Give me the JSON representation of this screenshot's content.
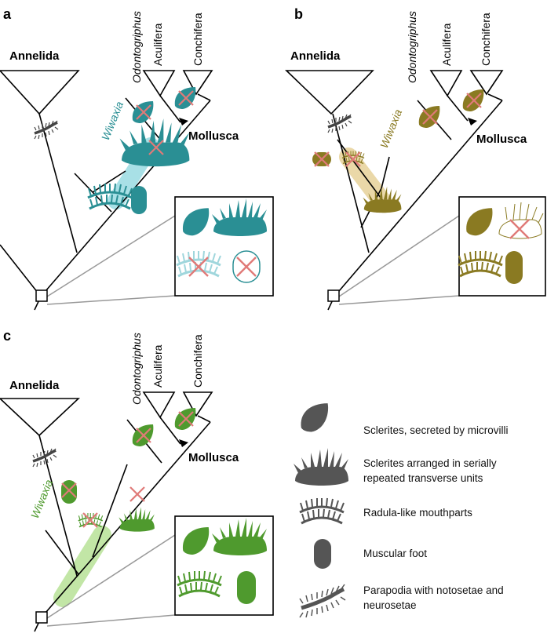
{
  "colors": {
    "panel_a": "#2a8f94",
    "panel_a_band": "#a8e0e6",
    "panel_b": "#8a7a22",
    "panel_b_band": "#ead8a8",
    "panel_c": "#4f9a2e",
    "panel_c_band": "#c2e6a6",
    "cross": "#e07a78",
    "legend_icon": "#555555"
  },
  "panels": [
    {
      "letter": "a",
      "annelida": "Annelida",
      "wiwaxia": "Wiwaxia",
      "odontogriphus": "Odontogriphus",
      "aculifera": "Aculifera",
      "conchifera": "Conchifera",
      "mollusca": "Mollusca"
    },
    {
      "letter": "b",
      "annelida": "Annelida",
      "wiwaxia": "Wiwaxia",
      "odontogriphus": "Odontogriphus",
      "aculifera": "Aculifera",
      "conchifera": "Conchifera",
      "mollusca": "Mollusca"
    },
    {
      "letter": "c",
      "annelida": "Annelida",
      "wiwaxia": "Wiwaxia",
      "odontogriphus": "Odontogriphus",
      "aculifera": "Aculifera",
      "conchifera": "Conchifera",
      "mollusca": "Mollusca"
    }
  ],
  "legend": [
    {
      "icon": "sclerite-icon",
      "label_lines": [
        "Sclerites, secreted by microvilli"
      ]
    },
    {
      "icon": "serial-sclerites-icon",
      "label_lines": [
        "Sclerites arranged in serially",
        "repeated transverse units"
      ]
    },
    {
      "icon": "radula-icon",
      "label_lines": [
        "Radula-like mouthparts"
      ]
    },
    {
      "icon": "foot-icon",
      "label_lines": [
        "Muscular foot"
      ]
    },
    {
      "icon": "parapodia-icon",
      "label_lines": [
        "Parapodia with notosetae and",
        "neurosetae"
      ]
    }
  ]
}
